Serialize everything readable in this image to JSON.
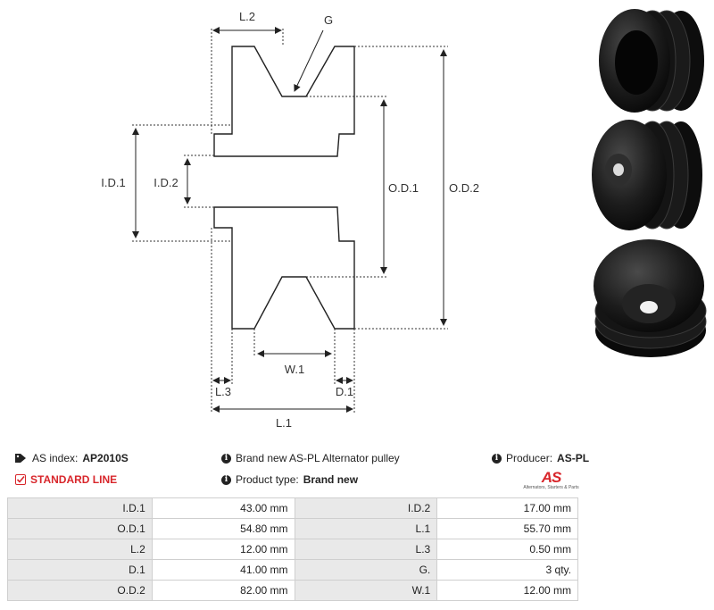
{
  "diagram": {
    "labels": {
      "l2": "L.2",
      "g": "G",
      "id1": "I.D.1",
      "id2": "I.D.2",
      "od1": "O.D.1",
      "od2": "O.D.2",
      "w1": "W.1",
      "l3": "L.3",
      "d1": "D.1",
      "l1": "L.1"
    }
  },
  "info": {
    "as_index_label": "AS index:",
    "as_index_value": "AP2010S",
    "standard_line": "STANDARD LINE",
    "description": "Brand new AS-PL Alternator pulley",
    "product_type_label": "Product type:",
    "product_type_value": "Brand new",
    "producer_label": "Producer:",
    "producer_value": "AS-PL",
    "logo_text": "AS",
    "logo_tagline": "Alternators, Starters & Parts"
  },
  "specs": [
    {
      "l1": "I.D.1",
      "v1": "43.00 mm",
      "l2": "I.D.2",
      "v2": "17.00 mm"
    },
    {
      "l1": "O.D.1",
      "v1": "54.80 mm",
      "l2": "L.1",
      "v2": "55.70 mm"
    },
    {
      "l1": "L.2",
      "v1": "12.00 mm",
      "l2": "L.3",
      "v2": "0.50 mm"
    },
    {
      "l1": "D.1",
      "v1": "41.00 mm",
      "l2": "G.",
      "v2": "3 qty."
    },
    {
      "l1": "O.D.2",
      "v1": "82.00 mm",
      "l2": "W.1",
      "v2": "12.00 mm"
    }
  ],
  "colors": {
    "accent": "#d8262b",
    "table_label_bg": "#e9e9e9",
    "table_border": "#cfcfcf"
  }
}
